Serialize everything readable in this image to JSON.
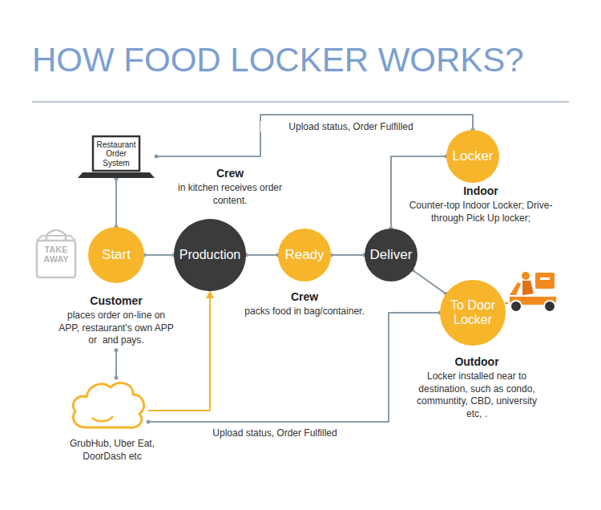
{
  "diagram": {
    "title": "HOW FOOD LOCKER WORKS?",
    "nodes": [
      {
        "text": [
          "Restaurant Order System"
        ]
      },
      {
        "text": [
          "Start",
          "Customer",
          "places order on-line on APP, restaurant's own APP or  and pays."
        ]
      },
      {
        "text": [
          "Production",
          "Crew",
          "in kitchen receives order content."
        ]
      },
      {
        "text": [
          "Ready",
          "Crew",
          "packs food in bag/container."
        ]
      },
      {
        "text": [
          "Deliver"
        ]
      },
      {
        "text": [
          "Locker",
          "Indoor",
          "Counter-top Indoor Locker; Drive-through Pick Up locker;"
        ]
      },
      {
        "text": [
          "To Door Locker",
          "Outdoor",
          "Locker installed near to destination, such as condo, communtity, CBD, university etc, ."
        ]
      },
      {
        "text": [
          "GrubHub, Uber Eat, DoorDash etc"
        ]
      }
    ],
    "edges": [
      {
        "from": 0,
        "to": 1,
        "arrow": "none"
      },
      {
        "from": 1,
        "to": 2,
        "arrow": "none"
      },
      {
        "from": 2,
        "to": 3,
        "arrow": "none"
      },
      {
        "from": 3,
        "to": 4,
        "arrow": "none"
      },
      {
        "from": 4,
        "to": 5,
        "arrow": "none"
      },
      {
        "from": 4,
        "to": 6,
        "arrow": "none"
      },
      {
        "from": 5,
        "to": 0,
        "label": "Upload status, Order Fulfilled",
        "arrow": "none"
      },
      {
        "from": 7,
        "to": 1,
        "arrow": "none"
      },
      {
        "from": 7,
        "to": 2,
        "arrow": "to"
      },
      {
        "from": 6,
        "to": 7,
        "label": "Upload status, Order Fulfilled",
        "arrow": "none"
      }
    ],
    "labels": [
      "TAKE AWAY"
    ]
  }
}
